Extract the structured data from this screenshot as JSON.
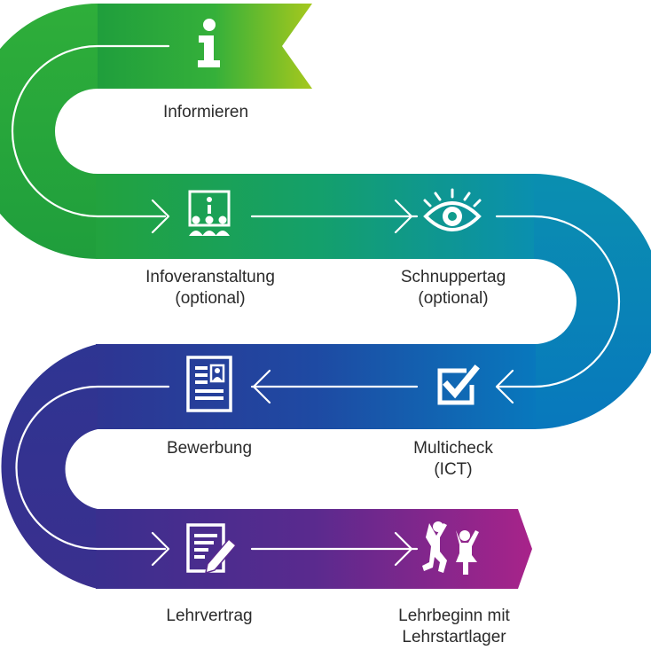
{
  "steps": [
    {
      "id": "informieren",
      "icon": "info-icon",
      "lines": [
        "Informieren"
      ]
    },
    {
      "id": "infoveranstaltung",
      "icon": "presentation-audience-icon",
      "lines": [
        "Infoveranstaltung",
        "(optional)"
      ]
    },
    {
      "id": "schnuppertag",
      "icon": "eye-icon",
      "lines": [
        "Schnuppertag",
        "(optional)"
      ]
    },
    {
      "id": "multicheck",
      "icon": "checkbox-icon",
      "lines": [
        "Multicheck",
        "(ICT)"
      ]
    },
    {
      "id": "bewerbung",
      "icon": "resume-document-icon",
      "lines": [
        "Bewerbung"
      ]
    },
    {
      "id": "lehrvertrag",
      "icon": "contract-pen-icon",
      "lines": [
        "Lehrvertrag"
      ]
    },
    {
      "id": "lehrbeginn",
      "icon": "celebrating-people-icon",
      "lines": [
        "Lehrbeginn mit",
        "Lehrstartlager"
      ]
    }
  ],
  "colors": {
    "lime": "#9cc51f",
    "green": "#2fae3a",
    "teal": "#0f9c8c",
    "blue": "#0a72b8",
    "navy": "#2d3592",
    "purple": "#4a2b8f",
    "magenta": "#a4238a",
    "label_text": "#2b2b2b",
    "icon": "#ffffff"
  }
}
